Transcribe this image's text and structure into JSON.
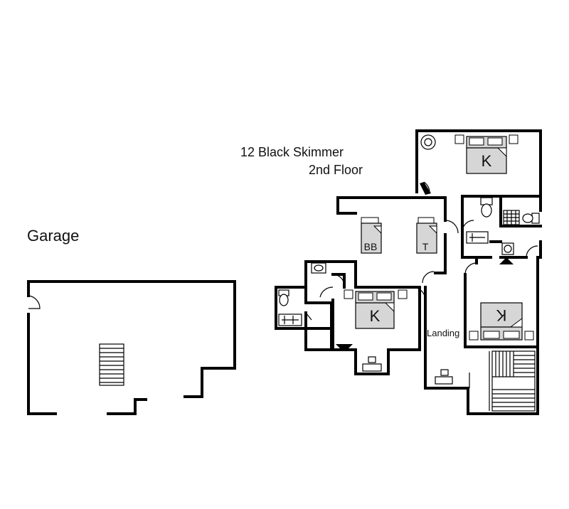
{
  "title": {
    "line1": "12 Black Skimmer",
    "line2": "2nd Floor"
  },
  "labels": {
    "garage": "Garage",
    "landing": "Landing"
  },
  "beds": {
    "master_top": "K",
    "bunk": "BB",
    "twin": "T",
    "middle_king": "K",
    "right_king": "K"
  },
  "colors": {
    "wall": "#000000",
    "bed_fill": "#d6d6d6",
    "background": "#ffffff"
  }
}
